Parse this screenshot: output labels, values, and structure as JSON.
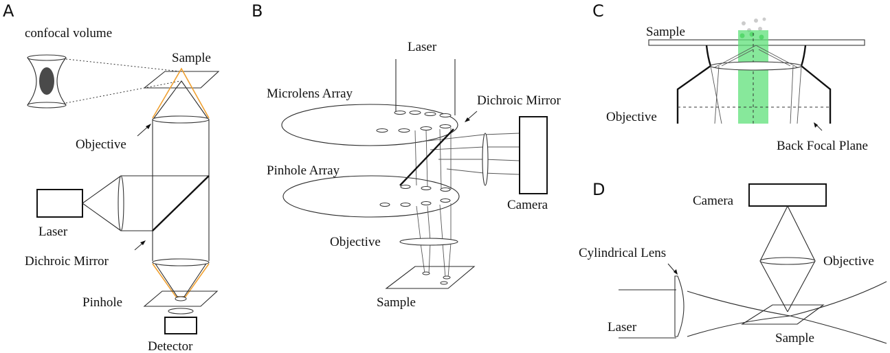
{
  "panels": {
    "A": {
      "letter": "A",
      "labels": {
        "confocal_volume": "confocal volume",
        "sample": "Sample",
        "objective": "Objective",
        "laser": "Laser",
        "dichroic_mirror": "Dichroic Mirror",
        "pinhole": "Pinhole",
        "detector": "Detector"
      }
    },
    "B": {
      "letter": "B",
      "labels": {
        "laser": "Laser",
        "microlens_array": "Microlens Array",
        "dichroic_mirror": "Dichroic Mirror",
        "pinhole_array": "Pinhole Array",
        "camera": "Camera",
        "objective": "Objective",
        "sample": "Sample"
      }
    },
    "C": {
      "letter": "C",
      "labels": {
        "sample": "Sample",
        "objective": "Objective",
        "back_focal_plane": "Back Focal Plane"
      }
    },
    "D": {
      "letter": "D",
      "labels": {
        "camera": "Camera",
        "cylindrical_lens": "Cylindrical Lens",
        "objective": "Objective",
        "laser": "Laser",
        "sample": "Sample"
      }
    }
  },
  "colors": {
    "excitation_orange": "#f0a030",
    "tirf_green": "#5fe07a",
    "fluorophore_green": "#3fbf4a"
  }
}
